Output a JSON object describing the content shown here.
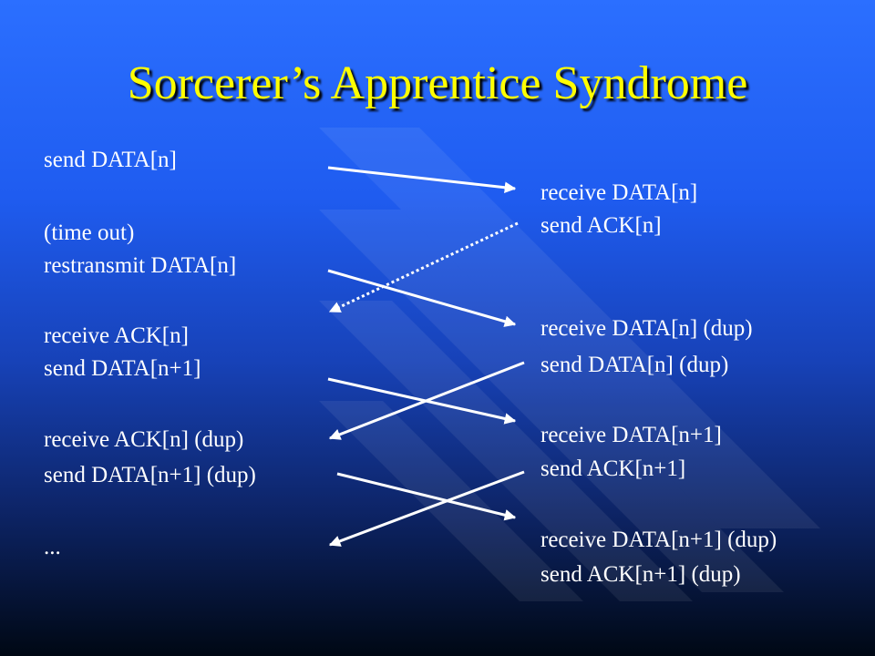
{
  "title": "Sorcerer’s Apprentice Syndrome",
  "sender": [
    "send DATA[n]",
    "(time out)",
    "restransmit DATA[n]",
    "receive ACK[n]",
    "send DATA[n+1]",
    "receive ACK[n] (dup)",
    "send DATA[n+1] (dup)",
    "..."
  ],
  "receiver": [
    "receive DATA[n]",
    "send ACK[n]",
    "receive DATA[n] (dup)",
    "send DATA[n] (dup)",
    "receive DATA[n+1]",
    "send ACK[n+1]",
    "receive DATA[n+1] (dup)",
    "send ACK[n+1] (dup)"
  ],
  "colors": {
    "title": "#ffff00",
    "text": "#ffffff",
    "arrow": "#ffffff"
  }
}
